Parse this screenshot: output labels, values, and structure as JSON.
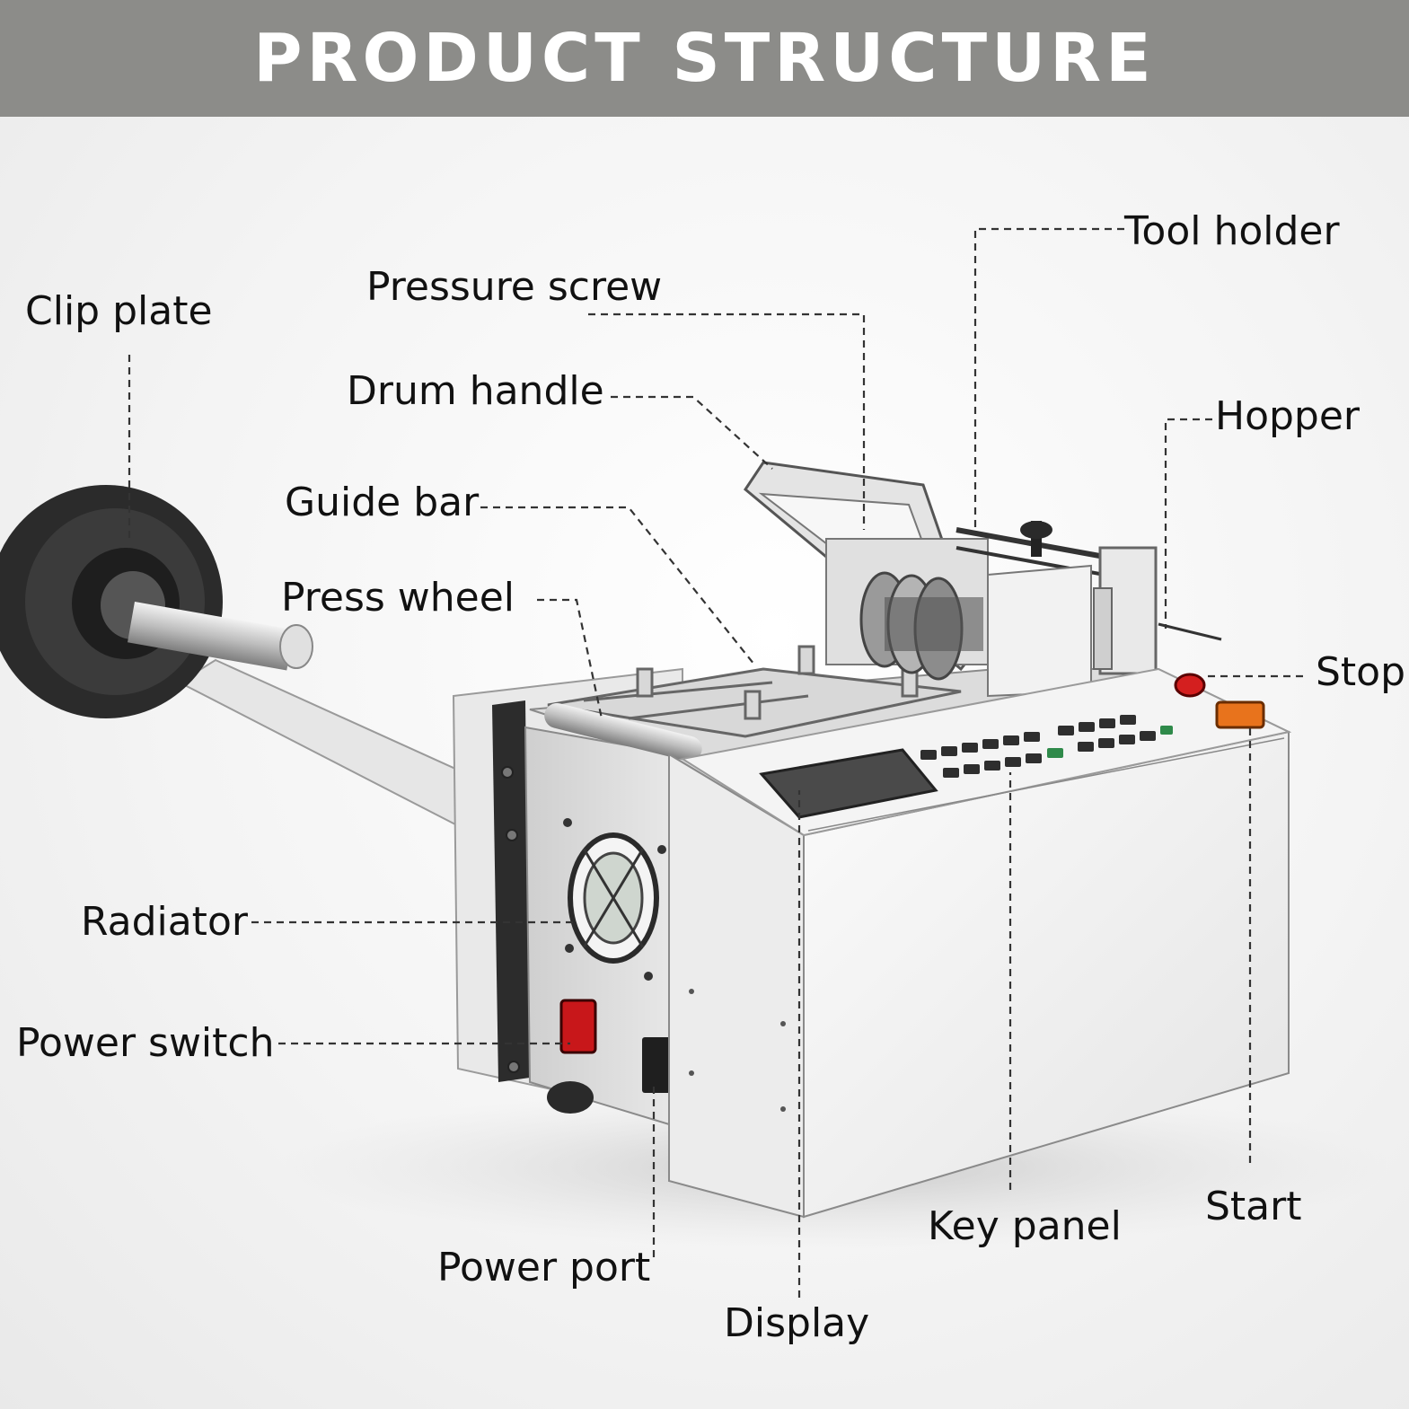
{
  "header": {
    "title": "PRODUCT STRUCTURE",
    "background": "#8c8c89",
    "text_color": "#ffffff"
  },
  "labels": {
    "clip_plate": "Clip plate",
    "pressure_screw": "Pressure screw",
    "drum_handle": "Drum handle",
    "guide_bar": "Guide bar",
    "press_wheel": "Press wheel",
    "tool_holder": "Tool holder",
    "hopper": "Hopper",
    "stop": "Stop",
    "radiator": "Radiator",
    "power_switch": "Power switch",
    "power_port": "Power port",
    "display": "Display",
    "key_panel": "Key panel",
    "start": "Start"
  },
  "colors": {
    "body": "#eeeeee",
    "dark_parts": "#2a2a2a",
    "stop_button": "#d41f1f",
    "start_button": "#e8731c",
    "power_switch": "#cc1818",
    "display_screen": "#4a4a4a"
  }
}
